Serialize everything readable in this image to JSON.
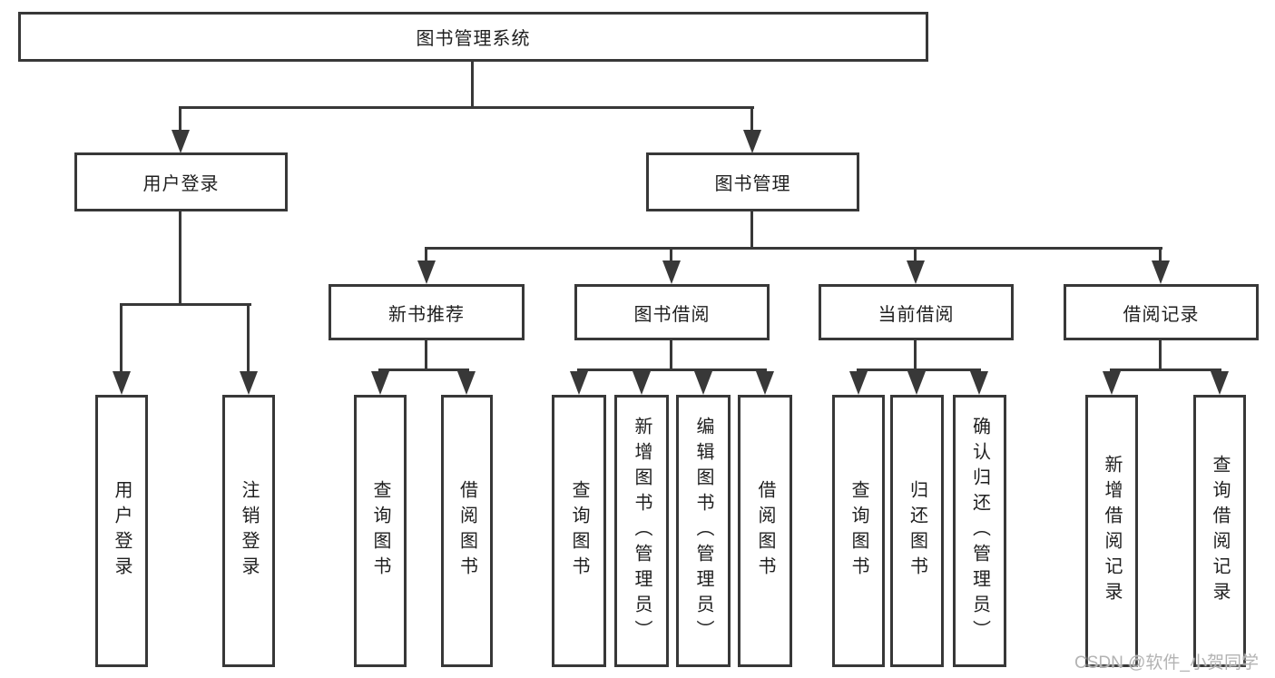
{
  "colors": {
    "line": "#383838",
    "text": "#1f1f1f",
    "watermark": "#b3b3b3"
  },
  "diagram": {
    "root": {
      "label": "图书管理系统"
    },
    "branches": {
      "user_login": {
        "label": "用户登录",
        "children": [
          {
            "label": "用户登录"
          },
          {
            "label": "注销登录"
          }
        ]
      },
      "book_management": {
        "label": "图书管理",
        "children": [
          {
            "label": "新书推荐",
            "children": [
              {
                "label": "查询图书"
              },
              {
                "label": "借阅图书"
              }
            ]
          },
          {
            "label": "图书借阅",
            "children": [
              {
                "label": "查询图书"
              },
              {
                "label": "新增图书（管理员）"
              },
              {
                "label": "编辑图书（管理员）"
              },
              {
                "label": "借阅图书"
              }
            ]
          },
          {
            "label": "当前借阅",
            "children": [
              {
                "label": "查询图书"
              },
              {
                "label": "归还图书"
              },
              {
                "label": "确认归还（管理员）"
              }
            ]
          },
          {
            "label": "借阅记录",
            "children": [
              {
                "label": "新增借阅记录"
              },
              {
                "label": "查询借阅记录"
              }
            ]
          }
        ]
      }
    }
  },
  "watermark": {
    "text": "CSDN @软件_小贺同学"
  }
}
